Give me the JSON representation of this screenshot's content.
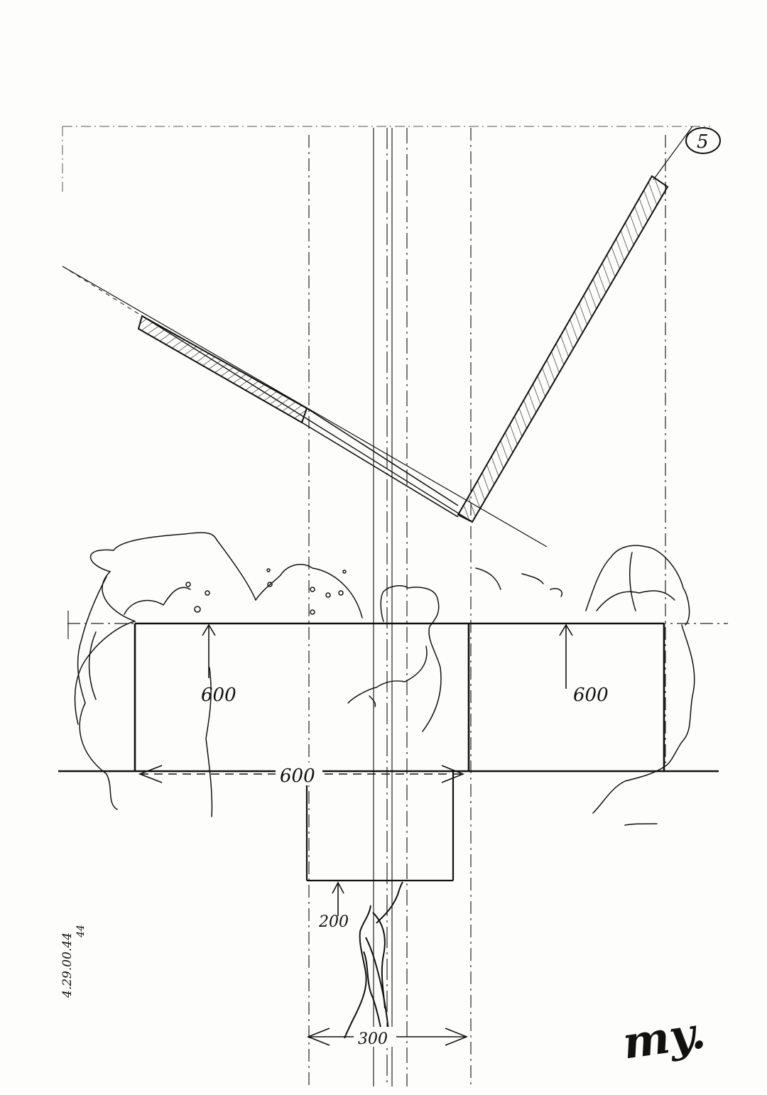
{
  "sheet": {
    "number": "5",
    "ink_color": "#111111",
    "paper_color": "#fdfdfc"
  },
  "dimensions": {
    "wall_height_left": "600",
    "wall_height_right": "600",
    "wall_width": "600",
    "door_height": "200",
    "door_width": "300"
  },
  "margin_note": {
    "line1": "4.29.00.44",
    "line2": "44"
  },
  "signature": {
    "text": "my."
  }
}
